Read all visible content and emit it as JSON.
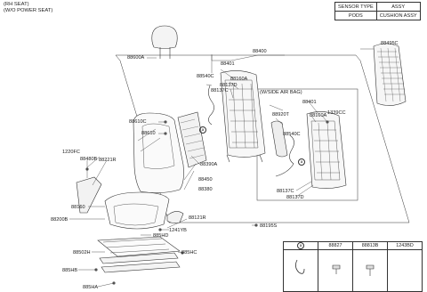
{
  "header": {
    "line1": "(RH SEAT)",
    "line2": "(W/O POWER SEAT)"
  },
  "sensor_table": {
    "col1_header": "SENSOR TYPE",
    "col2_header": "ASSY",
    "row_key": "PODS",
    "row_val": "CUSHION ASSY"
  },
  "inset": {
    "title": "(W/SIDE AIR BAG)"
  },
  "legend": {
    "marker": "a",
    "col1": "88827",
    "col2": "88813B",
    "col3": "1243BD"
  },
  "labels": {
    "l88400": "88400",
    "l88401a": "88401",
    "l88401b": "88401",
    "l88495c": "88495C",
    "l88600a": "88600A",
    "l88540c_a": "88540C",
    "l88160a_a": "88160A",
    "l88137d_a": "88137D",
    "l88137c_a": "88137C",
    "l88610c": "88610C",
    "l88610": "88610",
    "l88390a": "88390A",
    "l88450": "88450",
    "l88380": "88380",
    "l1220fc": "1220FC",
    "l88480b": "88480B",
    "l88221r": "88221R",
    "l88160": "88160",
    "l88200b": "88200B",
    "l88121r": "88121R",
    "l1241yb": "1241YB",
    "l885hd": "885HD",
    "l885hc": "885HC",
    "l88502h": "88502H",
    "l885hb": "885HB",
    "l885ha": "885HA",
    "l88195s": "88195S",
    "l88920t": "88920T",
    "l88160a_b": "88160A",
    "l1339cc": "1339CC",
    "l88540c_b": "88540C",
    "l88137c_b": "88137C",
    "l88137d_b": "88137D",
    "marker_a1": "a",
    "marker_a2": "a"
  }
}
